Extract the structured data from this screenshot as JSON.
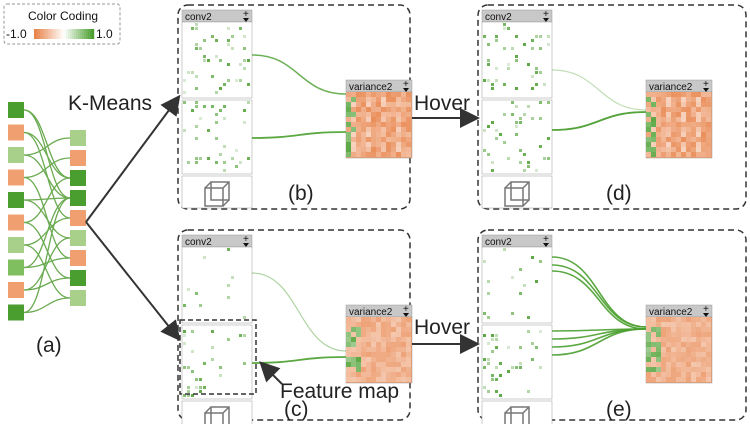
{
  "legend": {
    "title": "Color Coding",
    "min_label": "-1.0",
    "max_label": "1.0",
    "neg_color": "#e8834a",
    "pos_color": "#4a9e2f"
  },
  "annotations": {
    "kmeans": "K-Means",
    "hover_top": "Hover",
    "hover_bottom": "Hover",
    "feature_map": "Feature map"
  },
  "panels": [
    {
      "id": "a",
      "caption": "(a)"
    },
    {
      "id": "b",
      "caption": "(b)",
      "source_layer": "conv2",
      "target_layer": "variance2"
    },
    {
      "id": "c",
      "caption": "(c)",
      "source_layer": "conv2",
      "target_layer": "variance2"
    },
    {
      "id": "d",
      "caption": "(d)",
      "source_layer": "conv2",
      "target_layer": "variance2"
    },
    {
      "id": "e",
      "caption": "(e)",
      "source_layer": "conv2",
      "target_layer": "variance2"
    }
  ],
  "layer_button_glyph": "+"
}
